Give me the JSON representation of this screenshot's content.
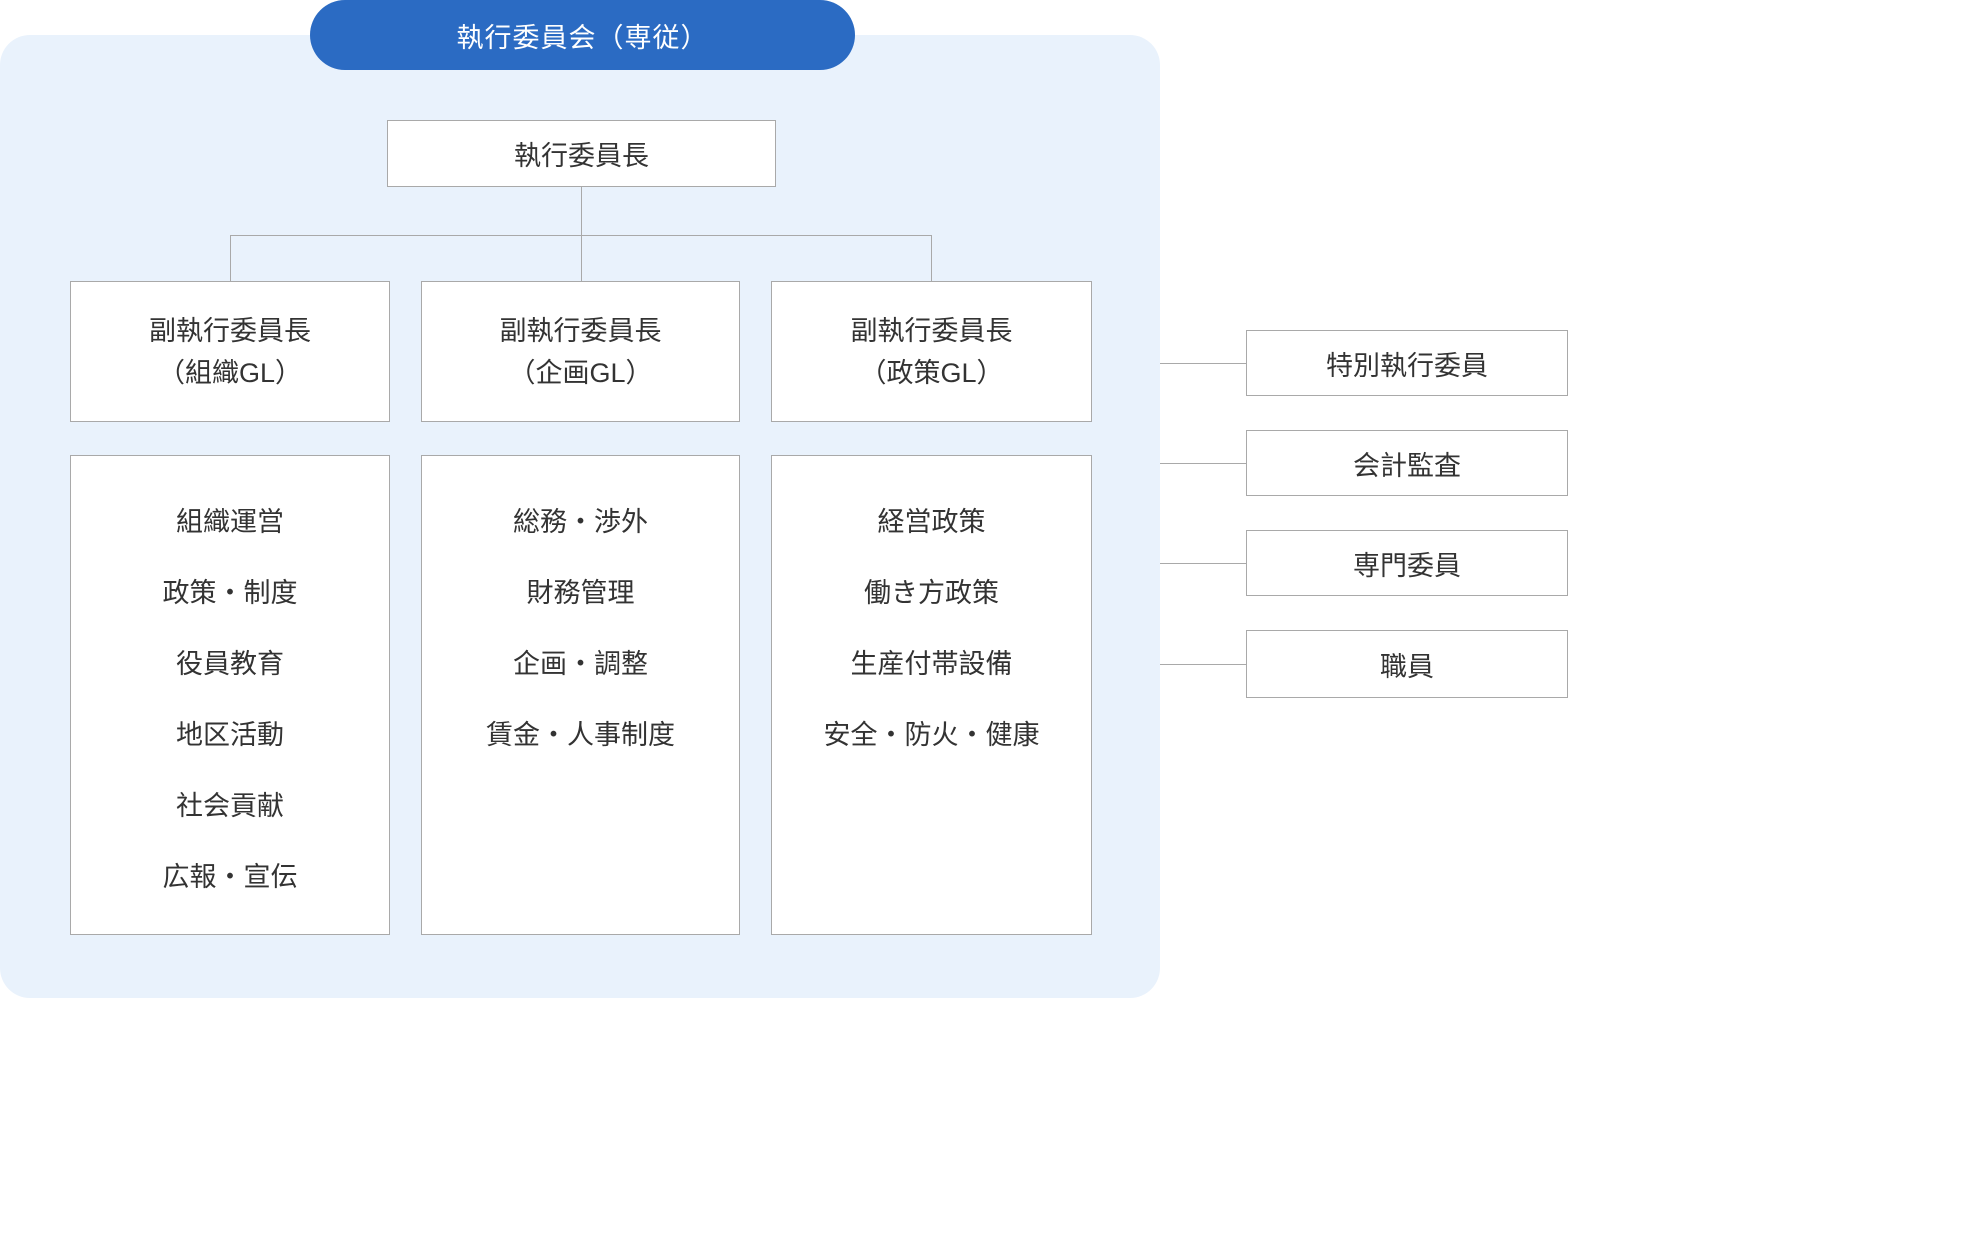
{
  "badge": {
    "label": "執行委員会（専従）"
  },
  "chairman": {
    "label": "執行委員長"
  },
  "branches": [
    {
      "title_line1": "副執行委員長",
      "title_line2": "（組織GL）",
      "items": [
        "組織運営",
        "政策・制度",
        "役員教育",
        "地区活動",
        "社会貢献",
        "広報・宣伝"
      ]
    },
    {
      "title_line1": "副執行委員長",
      "title_line2": "（企画GL）",
      "items": [
        "総務・渉外",
        "財務管理",
        "企画・調整",
        "賃金・人事制度"
      ]
    },
    {
      "title_line1": "副執行委員長",
      "title_line2": "（政策GL）",
      "items": [
        "経営政策",
        "働き方政策",
        "生産付帯設備",
        "安全・防火・健康"
      ]
    }
  ],
  "side_boxes": [
    "特別執行委員",
    "会計監査",
    "専門委員",
    "職員"
  ],
  "colors": {
    "badge_bg": "#2b6bc3",
    "panel_bg": "#e9f2fc",
    "border": "#a9a9a9",
    "line": "#a9a9a9",
    "text": "#333333",
    "box_bg": "#ffffff"
  }
}
